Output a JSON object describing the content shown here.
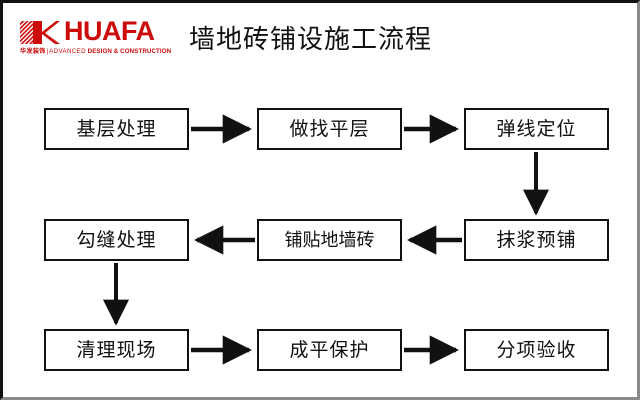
{
  "header": {
    "logo": {
      "mark_name": "huafa-k-mark",
      "wordmark": "HUAFA",
      "tagline_cn": "华发装饰",
      "tagline_separator": "|",
      "tagline_en_light": "ADVANCED",
      "tagline_en_bold": "DESIGN & CONSTRUCTION",
      "brand_color": "#cc0b0b"
    },
    "title": "墙地砖铺设施工流程"
  },
  "flow": {
    "nodes": [
      {
        "id": "n1",
        "label": "基层处理",
        "row": 1,
        "col": 1
      },
      {
        "id": "n2",
        "label": "做找平层",
        "row": 1,
        "col": 2
      },
      {
        "id": "n3",
        "label": "弹线定位",
        "row": 1,
        "col": 3
      },
      {
        "id": "n4",
        "label": "抹浆预铺",
        "row": 2,
        "col": 3
      },
      {
        "id": "n5",
        "label": "铺贴地墙砖",
        "row": 2,
        "col": 2
      },
      {
        "id": "n6",
        "label": "勾缝处理",
        "row": 2,
        "col": 1
      },
      {
        "id": "n7",
        "label": "清理现场",
        "row": 3,
        "col": 1
      },
      {
        "id": "n8",
        "label": "成平保护",
        "row": 3,
        "col": 2
      },
      {
        "id": "n9",
        "label": "分项验收",
        "row": 3,
        "col": 3
      }
    ],
    "edges": [
      {
        "from": "n1",
        "to": "n2",
        "direction": "right"
      },
      {
        "from": "n2",
        "to": "n3",
        "direction": "right"
      },
      {
        "from": "n3",
        "to": "n4",
        "direction": "down"
      },
      {
        "from": "n4",
        "to": "n5",
        "direction": "left"
      },
      {
        "from": "n5",
        "to": "n6",
        "direction": "left"
      },
      {
        "from": "n6",
        "to": "n7",
        "direction": "down"
      },
      {
        "from": "n7",
        "to": "n8",
        "direction": "right"
      },
      {
        "from": "n8",
        "to": "n9",
        "direction": "right"
      }
    ],
    "line_color": "#111111"
  }
}
